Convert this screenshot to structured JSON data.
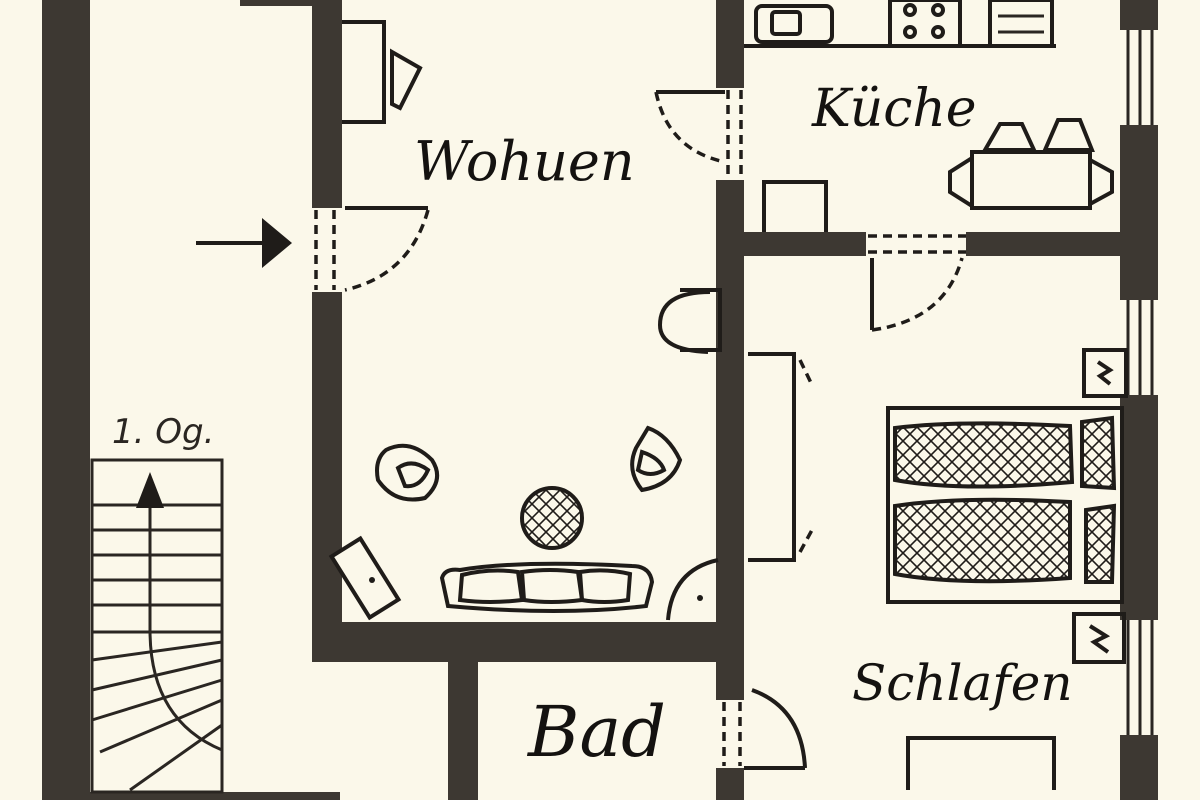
{
  "rooms": {
    "wohnen": "Wohuen",
    "kueche": "Küche",
    "bad": "Bad",
    "schlafen": "Schlafen"
  },
  "stair_label": "1. Og.",
  "colors": {
    "paper": "#fbf8ea",
    "wall": "#3d3832",
    "ink": "#1f1c19"
  }
}
